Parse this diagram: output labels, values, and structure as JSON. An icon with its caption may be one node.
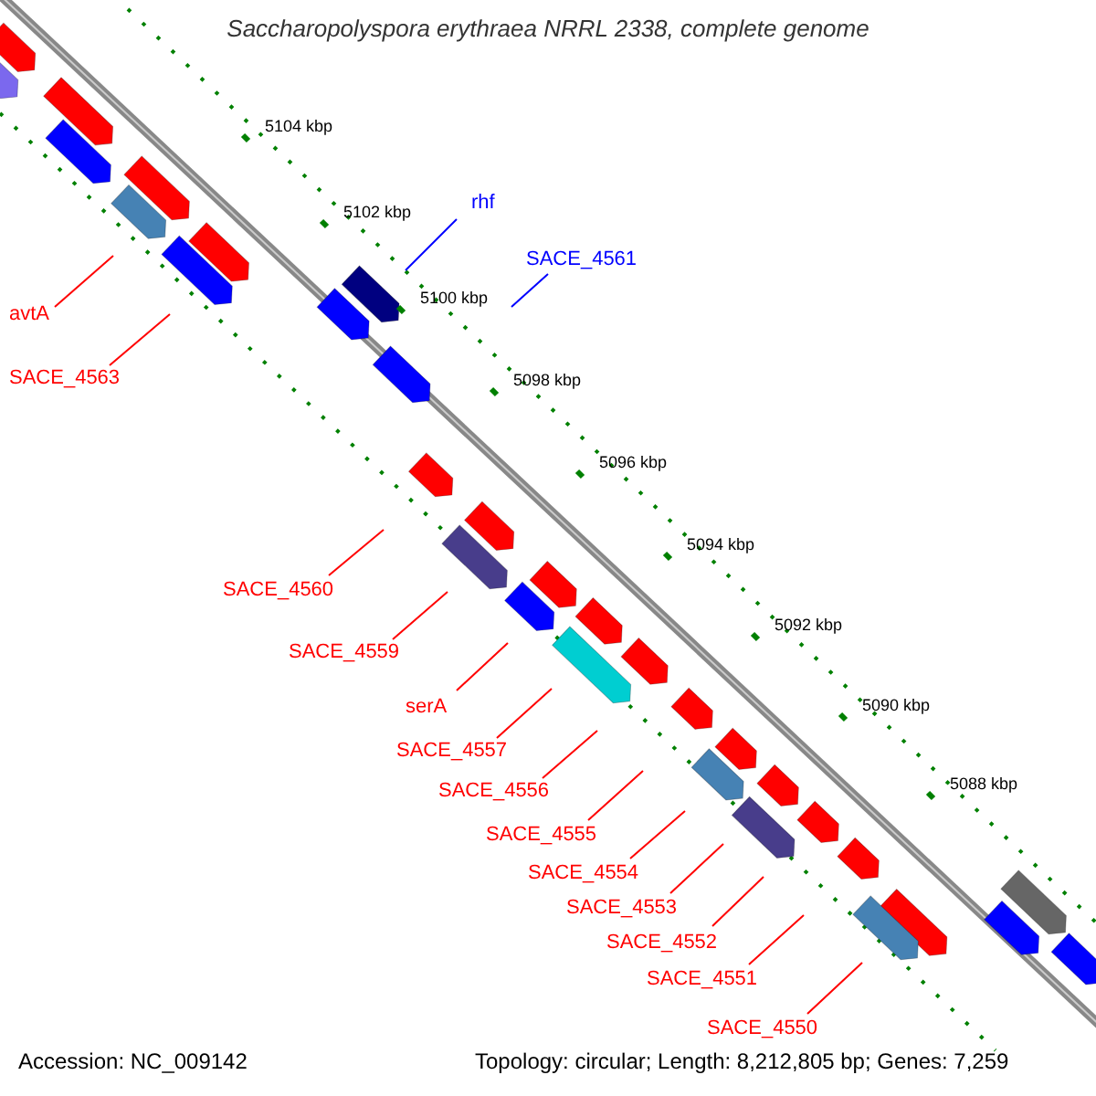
{
  "diagram": {
    "title": "Saccharopolyspora erythraea NRRL 2338, complete genome",
    "nodes": [
      {
        "text": [
          "rhf"
        ]
      },
      {
        "text": [
          "SACE_4561"
        ]
      },
      {
        "text": [
          "avtA"
        ]
      },
      {
        "text": [
          "SACE_4563"
        ]
      },
      {
        "text": [
          "SACE_4560"
        ]
      },
      {
        "text": [
          "SACE_4559"
        ]
      },
      {
        "text": [
          "serA"
        ]
      },
      {
        "text": [
          "SACE_4557"
        ]
      },
      {
        "text": [
          "SACE_4556"
        ]
      },
      {
        "text": [
          "SACE_4555"
        ]
      },
      {
        "text": [
          "SACE_4554"
        ]
      },
      {
        "text": [
          "SACE_4553"
        ]
      },
      {
        "text": [
          "SACE_4552"
        ]
      },
      {
        "text": [
          "SACE_4551"
        ]
      },
      {
        "text": [
          "SACE_4550"
        ]
      }
    ],
    "edges": [
      {
        "from": 0,
        "to": null,
        "arrow": "none",
        "color": "#0000ff"
      },
      {
        "from": 1,
        "to": null,
        "arrow": "none",
        "color": "#0000ff"
      },
      {
        "from": 2,
        "to": null,
        "arrow": "none"
      },
      {
        "from": 3,
        "to": null,
        "arrow": "none"
      },
      {
        "from": 4,
        "to": null,
        "arrow": "none"
      },
      {
        "from": 5,
        "to": null,
        "arrow": "none"
      },
      {
        "from": 6,
        "to": null,
        "arrow": "none"
      },
      {
        "from": 7,
        "to": null,
        "arrow": "none"
      },
      {
        "from": 8,
        "to": null,
        "arrow": "none"
      },
      {
        "from": 9,
        "to": null,
        "arrow": "none"
      },
      {
        "from": 10,
        "to": null,
        "arrow": "none"
      },
      {
        "from": 11,
        "to": null,
        "arrow": "none"
      },
      {
        "from": 12,
        "to": null,
        "arrow": "none"
      },
      {
        "from": 13,
        "to": null,
        "arrow": "none"
      },
      {
        "from": 14,
        "to": null,
        "arrow": "none"
      }
    ],
    "labels": [
      "5104 kbp",
      "5102 kbp",
      "5100 kbp",
      "5098 kbp",
      "5096 kbp",
      "5094 kbp",
      "5092 kbp",
      "5090 kbp",
      "5088 kbp",
      "Accession: NC_009142",
      "Topology: circular; Length: 8,212,805 bp; Genes: 7,259"
    ]
  }
}
